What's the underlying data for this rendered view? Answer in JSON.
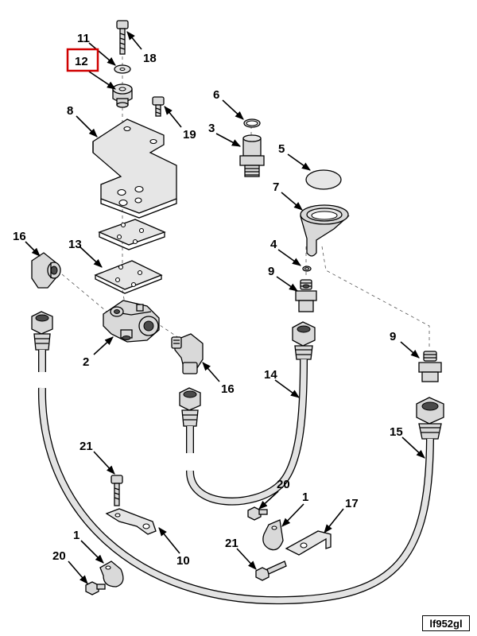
{
  "diagram": {
    "highlighted_callout": "12",
    "callouts": [
      {
        "id": "c11",
        "label": "11"
      },
      {
        "id": "c12",
        "label": "12"
      },
      {
        "id": "c18",
        "label": "18"
      },
      {
        "id": "c19",
        "label": "19"
      },
      {
        "id": "c8",
        "label": "8"
      },
      {
        "id": "c6",
        "label": "6"
      },
      {
        "id": "c3",
        "label": "3"
      },
      {
        "id": "c5",
        "label": "5"
      },
      {
        "id": "c7",
        "label": "7"
      },
      {
        "id": "c4",
        "label": "4"
      },
      {
        "id": "c9a",
        "label": "9"
      },
      {
        "id": "c16a",
        "label": "16"
      },
      {
        "id": "c13",
        "label": "13"
      },
      {
        "id": "c2",
        "label": "2"
      },
      {
        "id": "c16b",
        "label": "16"
      },
      {
        "id": "c14",
        "label": "14"
      },
      {
        "id": "c9b",
        "label": "9"
      },
      {
        "id": "c15",
        "label": "15"
      },
      {
        "id": "c21a",
        "label": "21"
      },
      {
        "id": "c20a",
        "label": "20"
      },
      {
        "id": "c1a",
        "label": "1"
      },
      {
        "id": "c17",
        "label": "17"
      },
      {
        "id": "c10",
        "label": "10"
      },
      {
        "id": "c1b",
        "label": "1"
      },
      {
        "id": "c21b",
        "label": "21"
      },
      {
        "id": "c20b",
        "label": "20"
      }
    ],
    "reference_code": "lf952gl",
    "colors": {
      "line": "#000000",
      "part_fill": "#d9d9d9",
      "highlight": "#d00000",
      "background": "#ffffff"
    }
  }
}
